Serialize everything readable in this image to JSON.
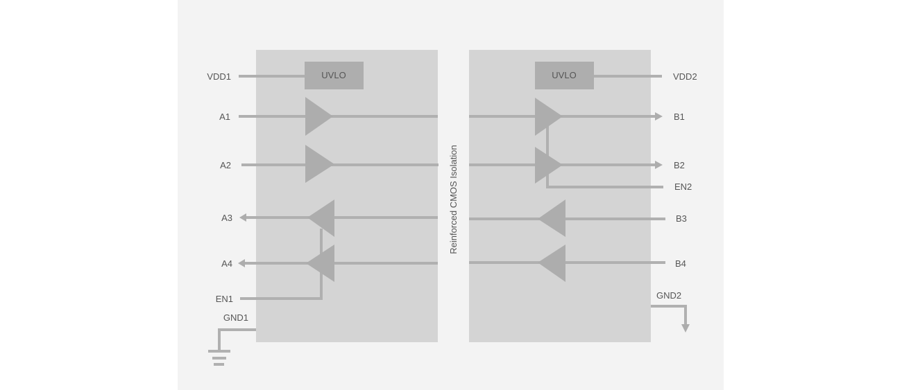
{
  "colors": {
    "panel": "#f3f3f3",
    "block": "#d4d4d4",
    "uvlo": "#aeaeae",
    "wire": "#b0b0b0",
    "text": "#555555"
  },
  "isolation_label": "Reinforced CMOS Isolation",
  "left": {
    "uvlo": "UVLO",
    "pins": {
      "vdd": "VDD1",
      "a1": "A1",
      "a2": "A2",
      "a3": "A3",
      "a4": "A4",
      "en": "EN1",
      "gnd": "GND1"
    }
  },
  "right": {
    "uvlo": "UVLO",
    "pins": {
      "vdd": "VDD2",
      "b1": "B1",
      "b2": "B2",
      "en": "EN2",
      "b3": "B3",
      "b4": "B4",
      "gnd": "GND2"
    }
  },
  "icons": {
    "ground": "ground-symbol-icon",
    "arrow": "arrow-head-icon"
  }
}
